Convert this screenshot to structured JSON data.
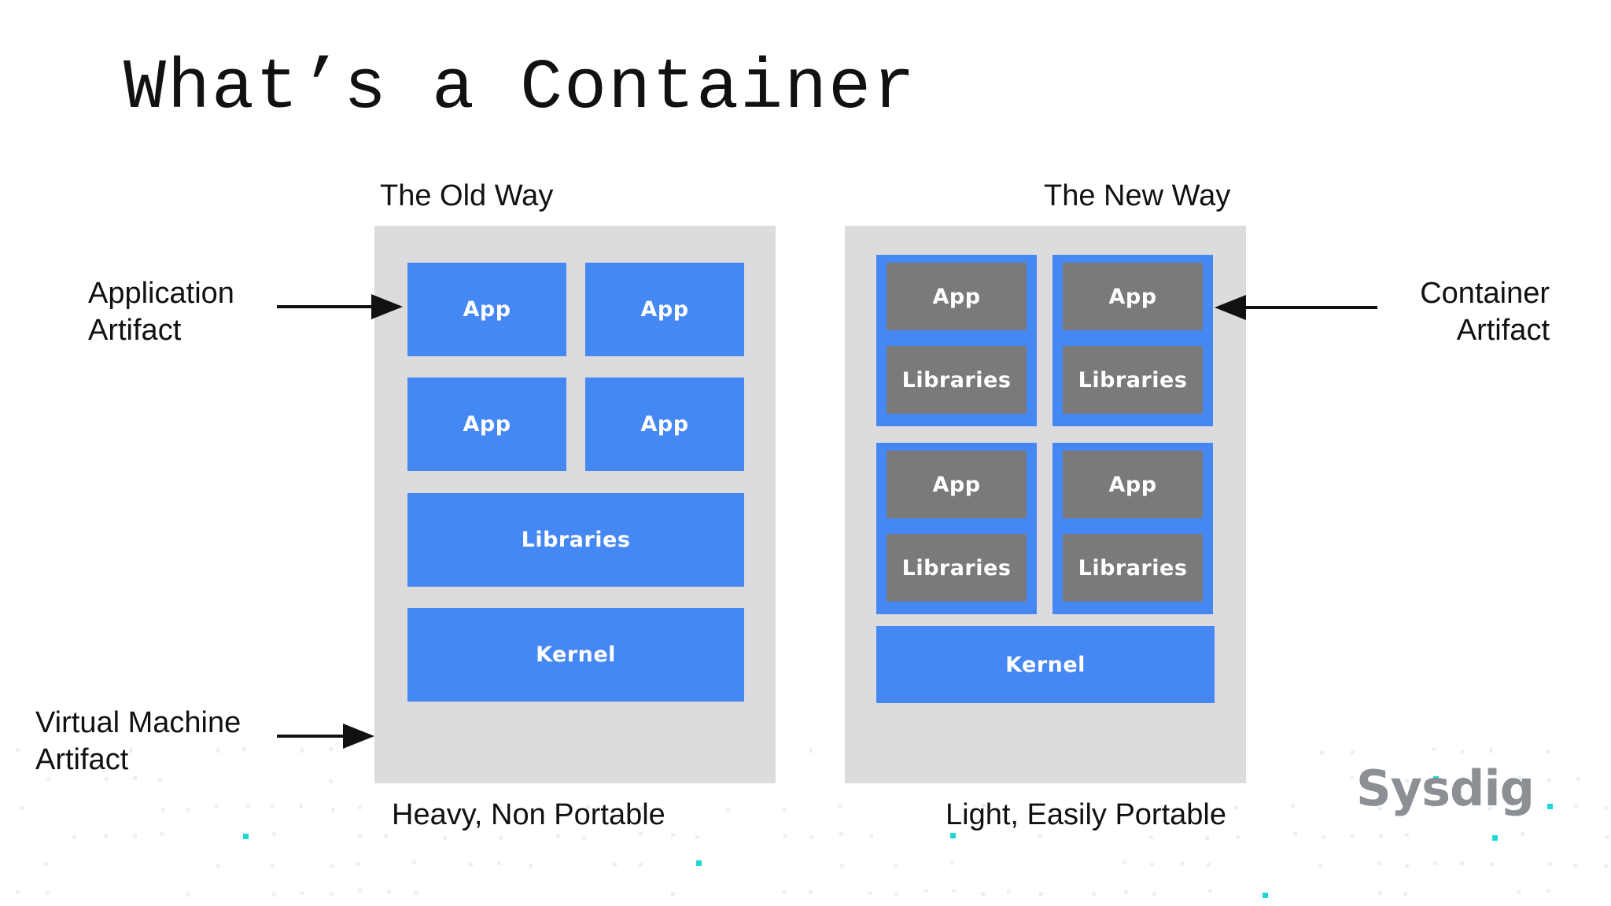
{
  "title": "What’s a Container",
  "old_way": {
    "heading": "The Old Way",
    "apps": [
      "App",
      "App",
      "App",
      "App"
    ],
    "libraries": "Libraries",
    "kernel": "Kernel",
    "footer": "Heavy, Non Portable"
  },
  "new_way": {
    "heading": "The New Way",
    "containers": [
      {
        "app": "App",
        "libraries": "Libraries"
      },
      {
        "app": "App",
        "libraries": "Libraries"
      },
      {
        "app": "App",
        "libraries": "Libraries"
      },
      {
        "app": "App",
        "libraries": "Libraries"
      }
    ],
    "kernel": "Kernel",
    "footer": "Light, Easily Portable"
  },
  "labels": {
    "application_artifact": [
      "Application",
      "Artifact"
    ],
    "vm_artifact": [
      "Virtual Machine",
      "Artifact"
    ],
    "container_artifact": [
      "Container",
      "Artifact"
    ]
  },
  "logo": "Sysdig",
  "colors": {
    "box_blue": "#4587f3",
    "box_gray": "#7a7a7a",
    "panel_gray": "#dcdcde",
    "accent_teal": "#1fd6d6"
  }
}
